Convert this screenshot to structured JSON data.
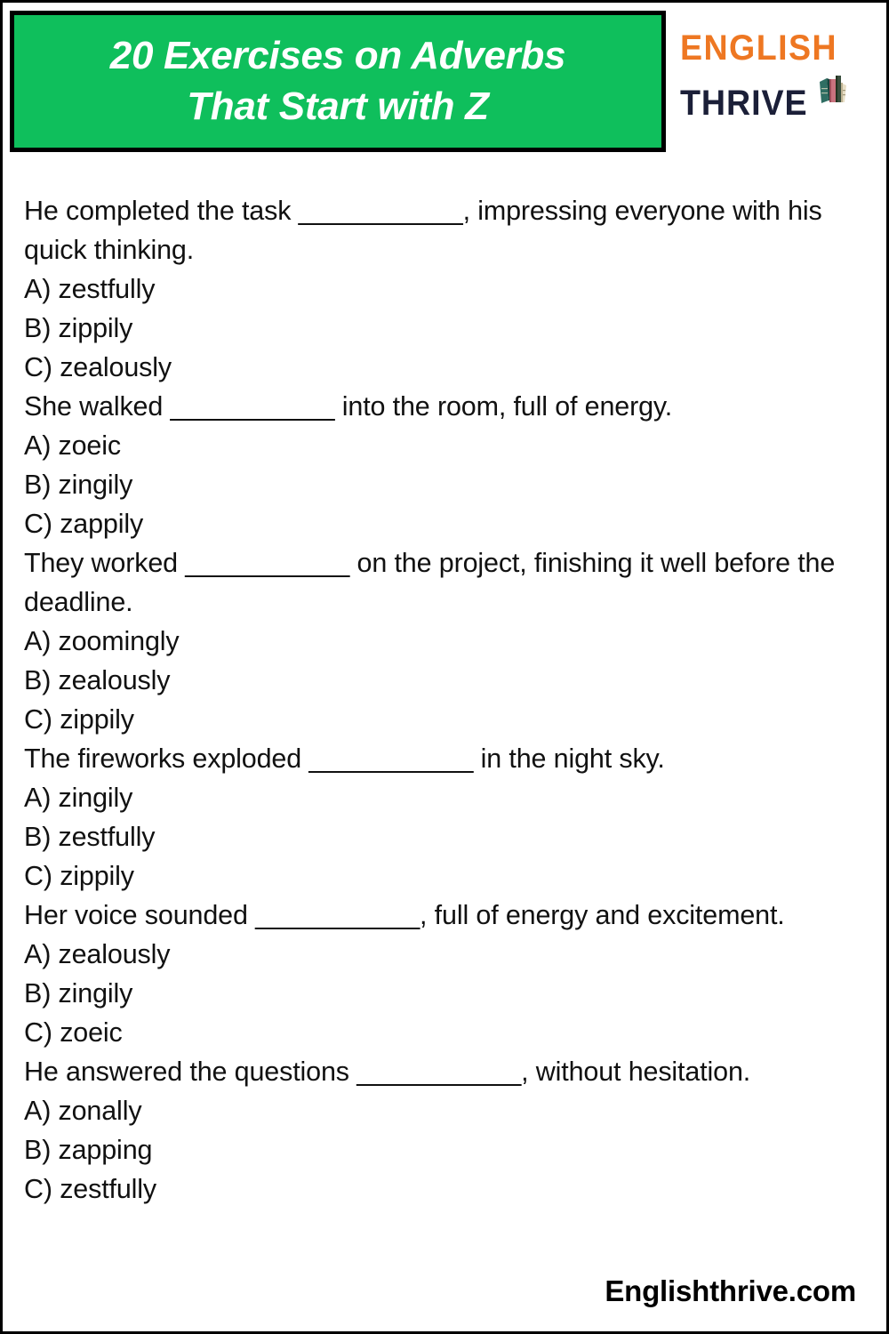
{
  "header": {
    "title": "20 Exercises on Adverbs\nThat Start with Z",
    "box_color": "#0FBF5C",
    "logo": {
      "line1": "ENGLISH",
      "line2": "THRIVE",
      "line1_color": "#EE7722",
      "line2_color": "#1B1F38",
      "icon": "books-icon"
    }
  },
  "body": {
    "text": "He completed the task ___________, impressing everyone with his quick thinking.\nA) zestfully\nB) zippily\nC) zealously\nShe walked ___________ into the room, full of energy.\nA) zoeic\nB) zingily\nC) zappily\nThey worked ___________ on the project, finishing it well before the deadline.\nA) zoomingly\nB) zealously\nC) zippily\nThe fireworks exploded ___________ in the night sky.\nA) zingily\nB) zestfully\nC) zippily\nHer voice sounded ___________, full of energy and excitement.\nA) zealously\nB) zingily\nC) zoeic\nHe answered the questions ___________, without hesitation.\nA) zonally\nB) zapping\nC) zestfully",
    "questions": [
      {
        "prompt": "He completed the task ___________, impressing everyone with his quick thinking.",
        "options": [
          "A) zestfully",
          "B) zippily",
          "C) zealously"
        ]
      },
      {
        "prompt": "She walked ___________ into the room, full of energy.",
        "options": [
          "A) zoeic",
          "B) zingily",
          "C) zappily"
        ]
      },
      {
        "prompt": "They worked ___________ on the project, finishing it well before the deadline.",
        "options": [
          "A) zoomingly",
          "B) zealously",
          "C) zippily"
        ]
      },
      {
        "prompt": "The fireworks exploded ___________ in the night sky.",
        "options": [
          "A) zingily",
          "B) zestfully",
          "C) zippily"
        ]
      },
      {
        "prompt": "Her voice sounded ___________, full of energy and excitement.",
        "options": [
          "A) zealously",
          "B) zingily",
          "C) zoeic"
        ]
      },
      {
        "prompt": "He answered the questions ___________, without hesitation.",
        "options": [
          "A) zonally",
          "B) zapping",
          "C) zestfully"
        ]
      }
    ]
  },
  "footer": {
    "site": "Englishthrive.com"
  }
}
